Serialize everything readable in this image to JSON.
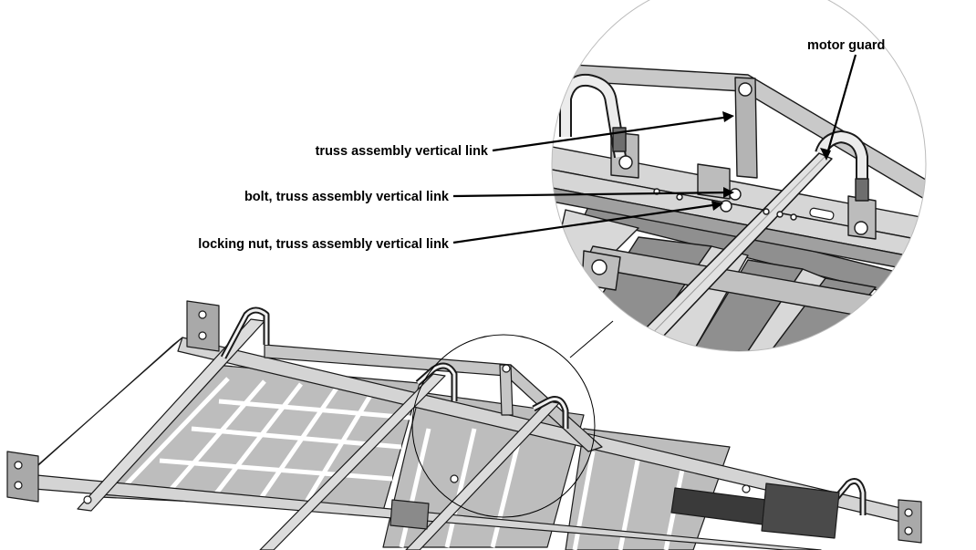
{
  "labels": {
    "motor_guard": "motor guard",
    "vertical_link": "truss assembly vertical link",
    "bolt": "bolt, truss assembly vertical link",
    "locking_nut": "locking nut, truss assembly vertical link"
  },
  "colors": {
    "background": "#ffffff",
    "line": "#000000",
    "metal_light": "#d4d4d4",
    "metal_mid": "#a9a9a9",
    "metal_dark": "#6e6e6e",
    "panel": "#bdbdbd"
  }
}
